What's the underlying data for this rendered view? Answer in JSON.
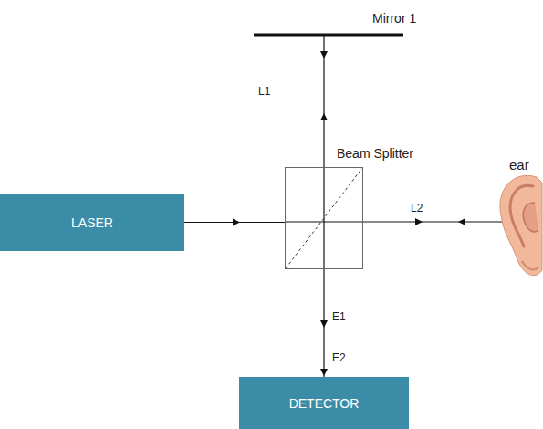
{
  "diagram": {
    "nodes": [
      {
        "text": [
          "LASER"
        ]
      },
      {
        "text": [
          "Beam Splitter"
        ]
      },
      {
        "text": [
          "DETECTOR"
        ]
      }
    ],
    "edges": [
      {
        "from": 0,
        "to": 1,
        "arrow": "to"
      },
      {
        "from": 1,
        "to": 2,
        "arrow": "to"
      }
    ],
    "labels": [
      "Mirror 1",
      "L1",
      "L2",
      "ear",
      "E1",
      "E2"
    ]
  }
}
